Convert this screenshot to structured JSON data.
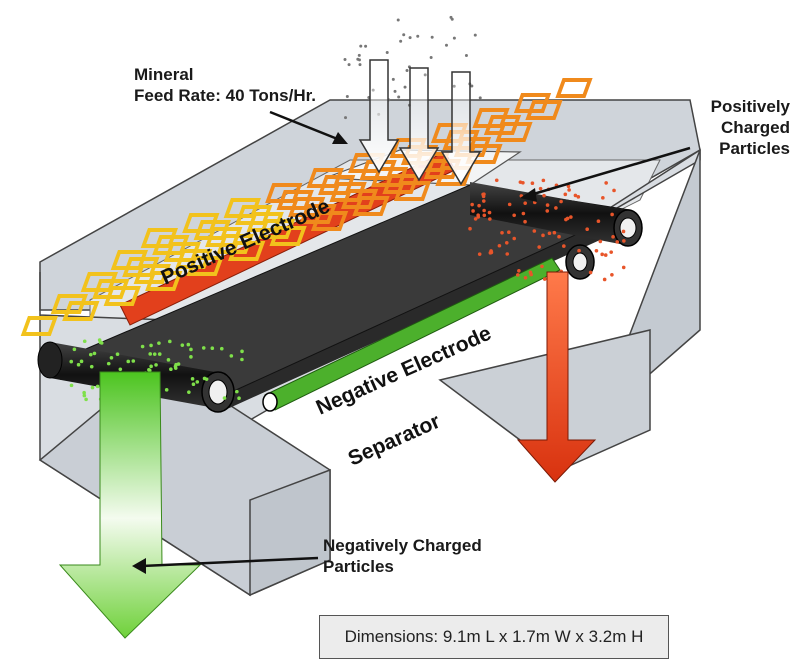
{
  "labels": {
    "feed_line1": "Mineral",
    "feed_line2": "Feed Rate: 40 Tons/Hr.",
    "positive_particles": [
      "Positively",
      "Charged",
      "Particles"
    ],
    "positive_electrode": "Positive Electrode",
    "negative_electrode": "Negative Electrode",
    "separator": "Separator",
    "negative_particles_line1": "Negatively Charged",
    "negative_particles_line2": "Particles",
    "dimensions": "Dimensions: 9.1m L x 1.7m W x 3.2m H"
  },
  "colors": {
    "housing": "#d9dde2",
    "housing_dark": "#b8bec6",
    "positive_electrode": "#e2401c",
    "negative_electrode": "#4cb02c",
    "belt": "#2a2a2a",
    "mesh": "#f2c21c",
    "positive_arrow": "#e2401c",
    "negative_arrow": "#5fcf2f"
  }
}
